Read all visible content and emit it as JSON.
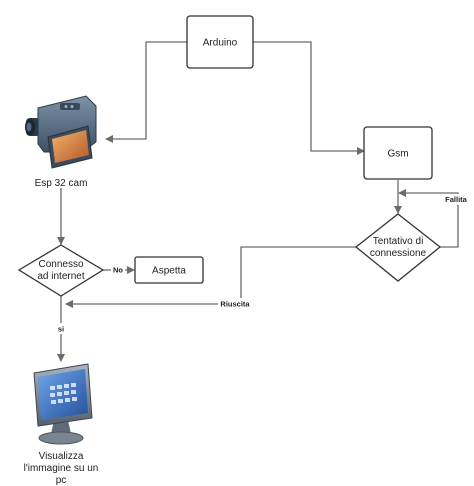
{
  "nodes": {
    "arduino": "Arduino",
    "esp32cam": "Esp 32 cam",
    "gsm": "Gsm",
    "connesso_line1": "Connesso",
    "connesso_line2": "ad internet",
    "aspetta": "Aspetta",
    "tentativo_line1": "Tentativo di",
    "tentativo_line2": "connessione",
    "visualizza_line1": "Visualizza",
    "visualizza_line2": "l'immagine su un",
    "visualizza_line3": "pc"
  },
  "edges": {
    "no": "No",
    "si": "si",
    "fallita": "Fallita",
    "riuscita": "Riuscita"
  },
  "icons": {
    "camera": "video-camera-icon",
    "monitor": "desktop-monitor-icon"
  },
  "colors": {
    "edge": "#6b6b6b",
    "node_border": "#333333",
    "camera_body": "#5a6f84",
    "screen": "#3f78c8"
  }
}
